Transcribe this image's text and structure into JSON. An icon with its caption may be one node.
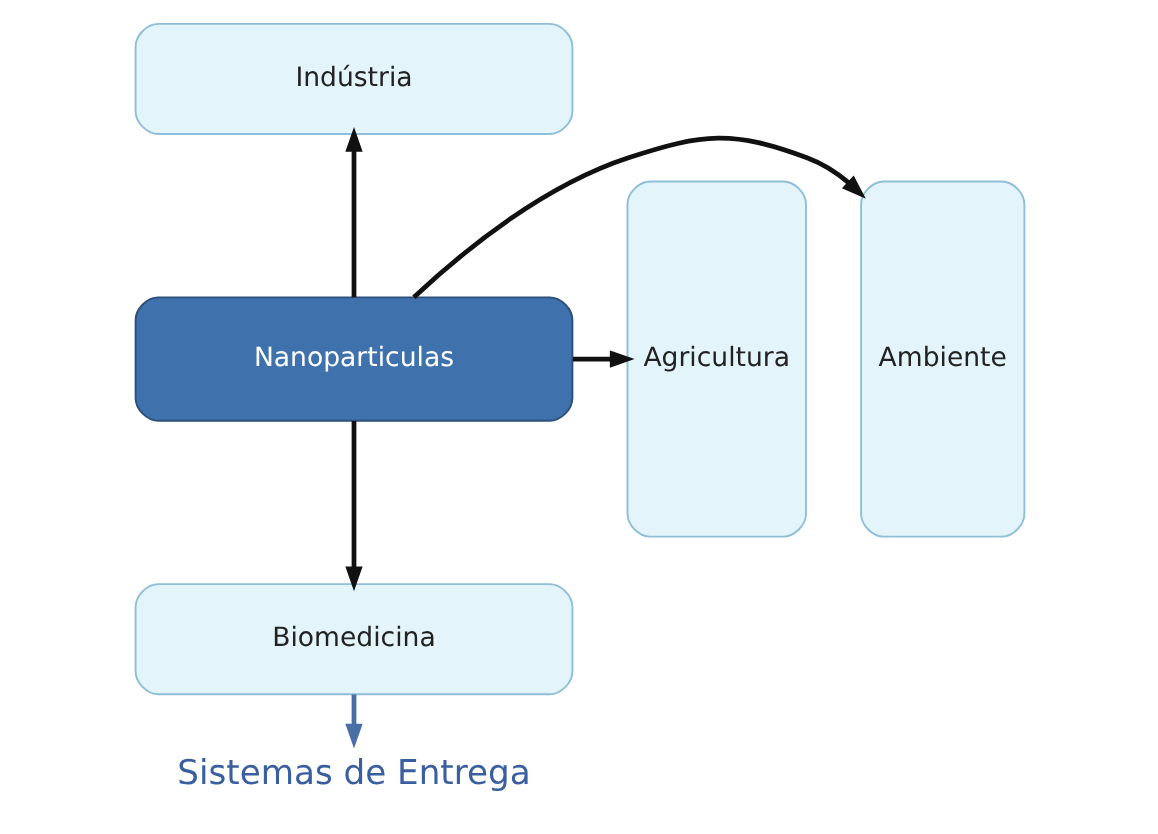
{
  "diagram": {
    "nodes": [
      {
        "text": [
          "Indústria"
        ]
      },
      {
        "text": [
          "Ambiente"
        ]
      },
      {
        "text": [
          "Nanoparticulas"
        ]
      },
      {
        "text": [
          "Agricultura"
        ]
      },
      {
        "text": [
          "Biomedicina"
        ]
      },
      {
        "text": [
          "Sistemas de Entrega"
        ]
      }
    ],
    "edges": [
      {
        "from": 2,
        "to": 0,
        "arrow": "to"
      },
      {
        "from": 2,
        "to": 1,
        "arrow": "to"
      },
      {
        "from": 2,
        "to": 3,
        "arrow": "to"
      },
      {
        "from": 2,
        "to": 4,
        "arrow": "to"
      },
      {
        "from": 4,
        "to": 5,
        "arrow": "to",
        "color": "#4a6fa5"
      }
    ]
  }
}
